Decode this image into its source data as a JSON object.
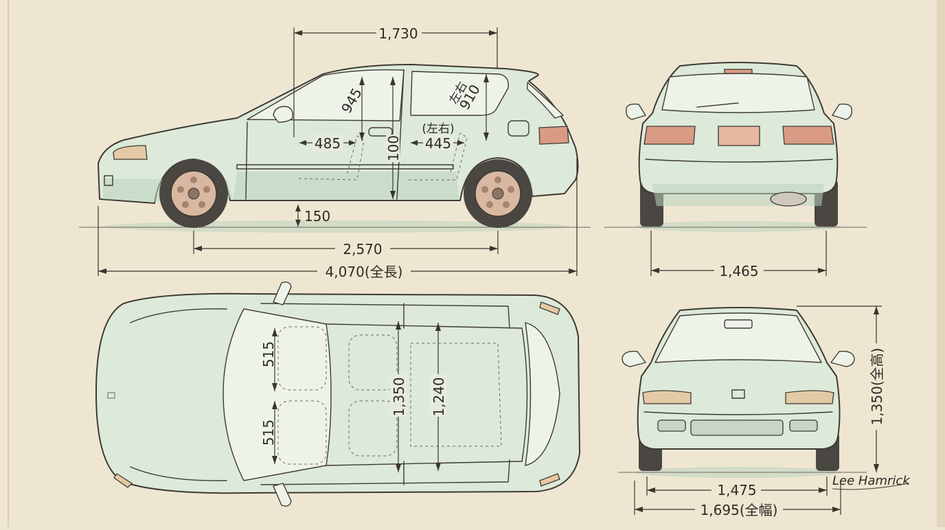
{
  "title": "",
  "views": {
    "side": "side-view",
    "rear": "rear-view",
    "top": "top-view",
    "front": "front-view"
  },
  "dimensions": {
    "roof_length": "1,730",
    "front_headroom": "945",
    "rear_headroom": "910",
    "rear_headroom_note": "左右",
    "front_seat_width": "485",
    "center_height": "100",
    "rear_seat_note": "(左右)",
    "rear_seat_width": "445",
    "ground_clearance": "150",
    "wheelbase": "2,570",
    "overall_length": "4,070(全長)",
    "rear_track": "1,465",
    "front_seat_width_top_1": "515",
    "front_seat_width_top_2": "515",
    "front_cabin_width": "1,350",
    "rear_cabin_width": "1,240",
    "overall_height": "1,350(全高)",
    "front_track": "1,475",
    "overall_width": "1,695(全幅)"
  },
  "signature": "Lee Hamrick",
  "colors": {
    "paper": "#efe6d2",
    "body": "#dde9d9",
    "shade": "#b9d3bd",
    "lamp": "#d99b84",
    "ink": "#3d3a33"
  }
}
